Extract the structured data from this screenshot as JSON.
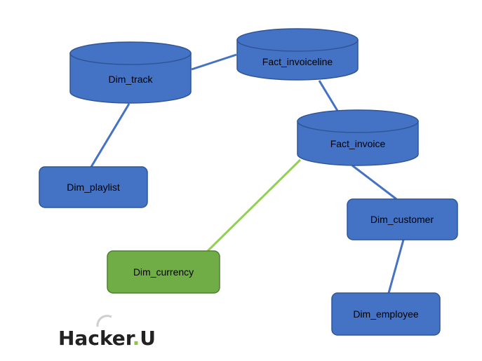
{
  "nodes": {
    "dim_track": {
      "label": "Dim_track",
      "shape": "cylinder",
      "color": "#4472C4"
    },
    "fact_invoiceline": {
      "label": "Fact_invoiceline",
      "shape": "cylinder",
      "color": "#4472C4"
    },
    "fact_invoice": {
      "label": "Fact_invoice",
      "shape": "cylinder",
      "color": "#4472C4"
    },
    "dim_playlist": {
      "label": "Dim_playlist",
      "shape": "rounded-rect",
      "color": "#4472C4"
    },
    "dim_customer": {
      "label": "Dim_customer",
      "shape": "rounded-rect",
      "color": "#4472C4"
    },
    "dim_currency": {
      "label": "Dim_currency",
      "shape": "rounded-rect",
      "color": "#70AD47"
    },
    "dim_employee": {
      "label": "Dim_employee",
      "shape": "rounded-rect",
      "color": "#4472C4"
    }
  },
  "edges": [
    {
      "from": "dim_track",
      "to": "fact_invoiceline",
      "color": "#4472C4"
    },
    {
      "from": "dim_track",
      "to": "dim_playlist",
      "color": "#4472C4"
    },
    {
      "from": "fact_invoiceline",
      "to": "fact_invoice",
      "color": "#4472C4"
    },
    {
      "from": "fact_invoice",
      "to": "dim_customer",
      "color": "#4472C4"
    },
    {
      "from": "fact_invoice",
      "to": "dim_currency",
      "color": "#92D050"
    },
    {
      "from": "dim_customer",
      "to": "dim_employee",
      "color": "#4472C4"
    }
  ],
  "logo": {
    "text": "HackerU",
    "part1": "Hac",
    "part2": "ker",
    "dot": ".",
    "part3": "U",
    "text_color": "#222222",
    "dot_color": "#8DC63F"
  },
  "colors": {
    "node_stroke": "#2F5597",
    "blue_fill": "#4472C4",
    "green_fill": "#70AD47",
    "green_stroke": "#507E32"
  }
}
